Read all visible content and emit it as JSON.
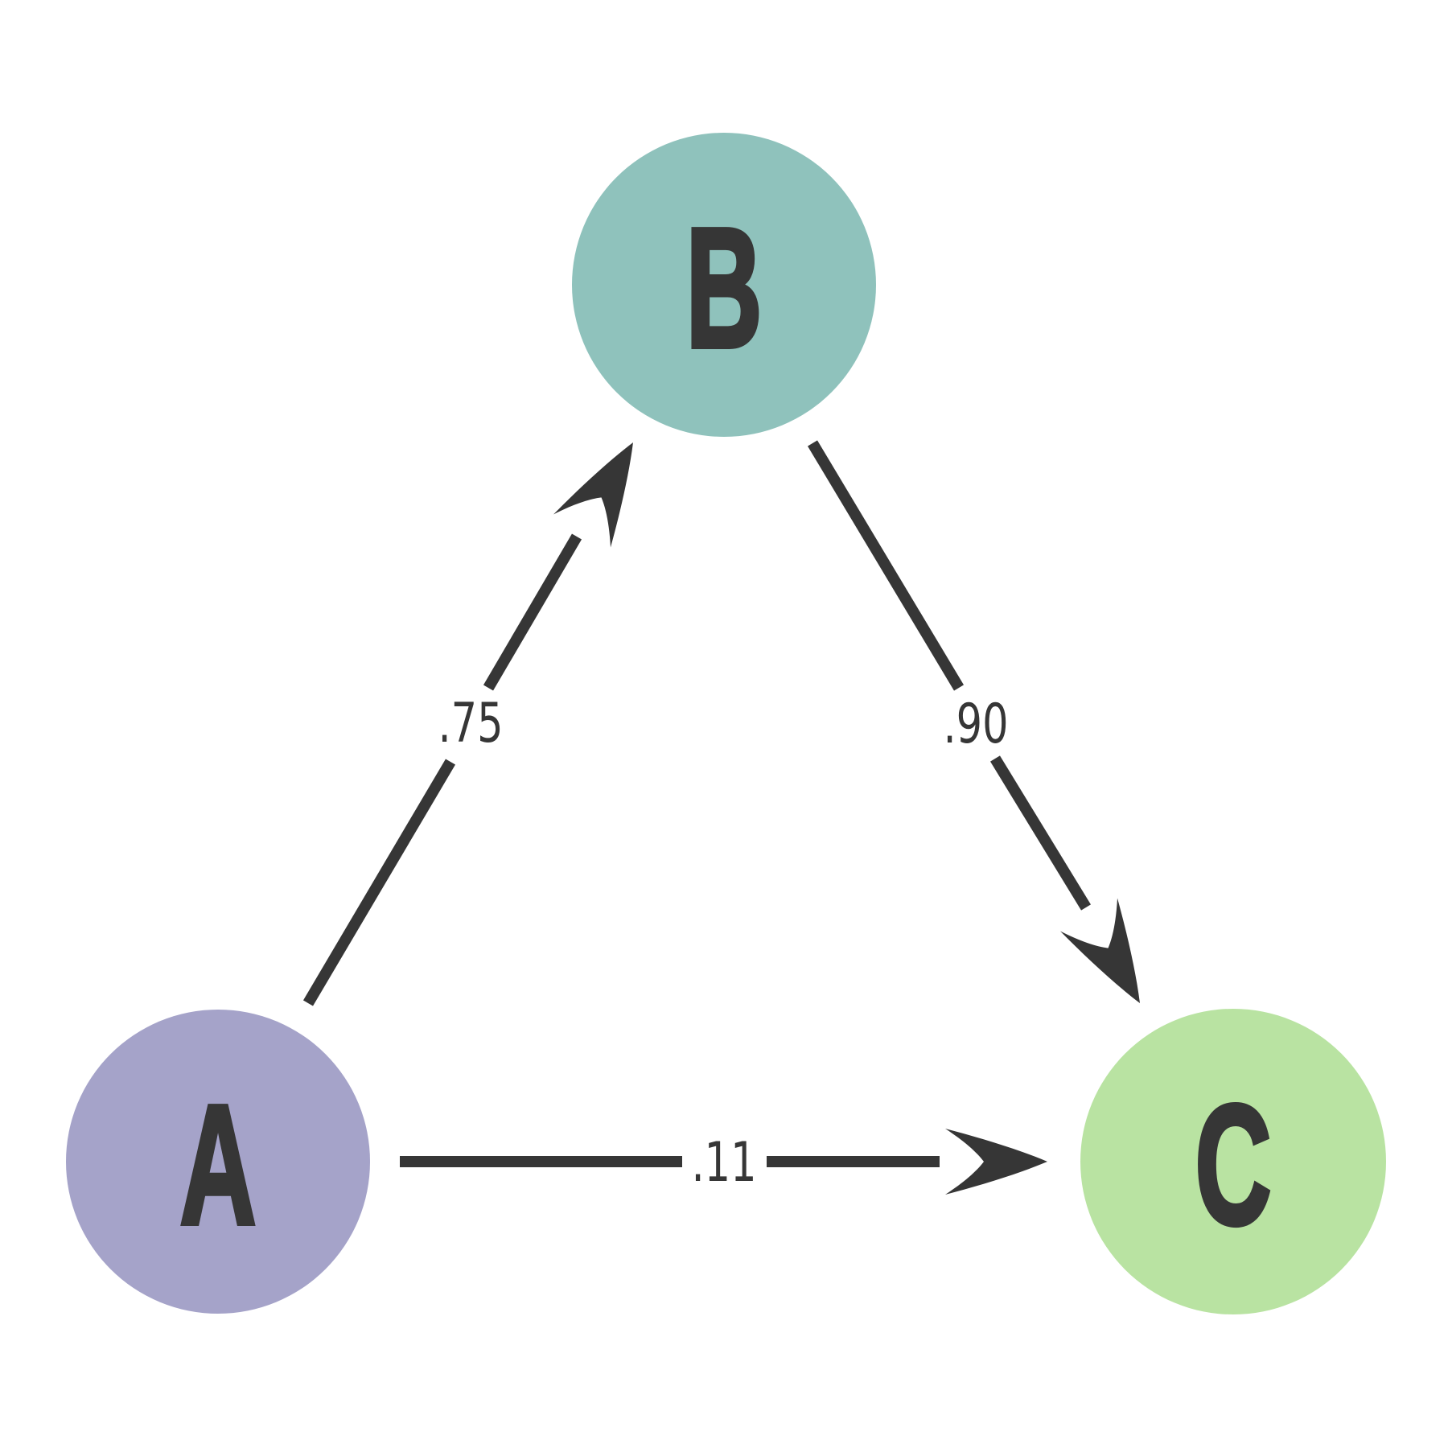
{
  "diagram": {
    "title": "",
    "background_color": "#ffffff",
    "edge_color": "#363636",
    "label_color": "#363636",
    "node_text_color": "#363636",
    "nodes": [
      {
        "id": "A",
        "label": "A",
        "color": "#a5a3c9"
      },
      {
        "id": "B",
        "label": "B",
        "color": "#8fc2bc"
      },
      {
        "id": "C",
        "label": "C",
        "color": "#b9e3a2"
      }
    ],
    "edges": [
      {
        "from": "A",
        "to": "B",
        "label": ".75"
      },
      {
        "from": "B",
        "to": "C",
        "label": ".90"
      },
      {
        "from": "A",
        "to": "C",
        "label": ".11"
      }
    ]
  }
}
